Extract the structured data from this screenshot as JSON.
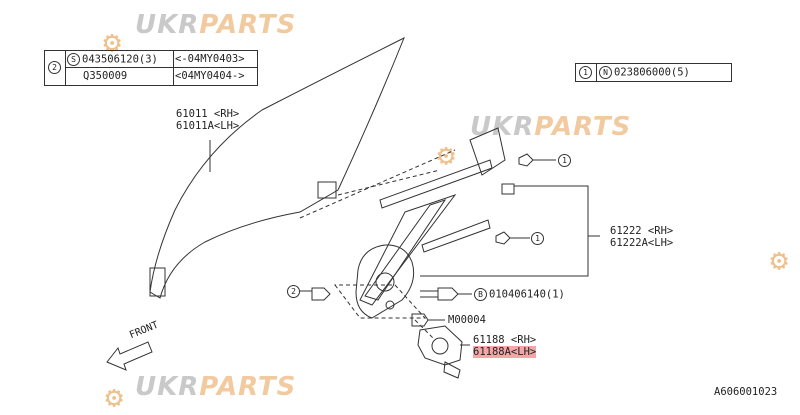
{
  "watermark": {
    "part1": "UKR",
    "part2": "PARTS"
  },
  "legend_left": {
    "ref": "2",
    "row1_code": "S",
    "row1_part": "043506120(3)",
    "row1_range": "<-04MY0403>",
    "row2_part": "Q350009",
    "row2_range": "<04MY0404->"
  },
  "legend_right": {
    "ref": "1",
    "code": "N",
    "part": "023806000(5)"
  },
  "callouts": {
    "glass_rh": "61011 <RH>",
    "glass_lh": "61011A<LH>",
    "regulator_rh": "61222 <RH>",
    "regulator_lh": "61222A<LH>",
    "bolt_code": "B",
    "bolt_part": "010406140(1)",
    "screw": "M00004",
    "motor_rh": "61188 <RH>",
    "motor_lh": "61188A<LH>",
    "ref1_a": "1",
    "ref1_b": "1",
    "ref2": "2"
  },
  "front_label": "FRONT",
  "figure_id": "A606001023",
  "colors": {
    "line": "#333333",
    "highlight": "#f4a6a6",
    "watermark_orange": "#e38b2f"
  }
}
